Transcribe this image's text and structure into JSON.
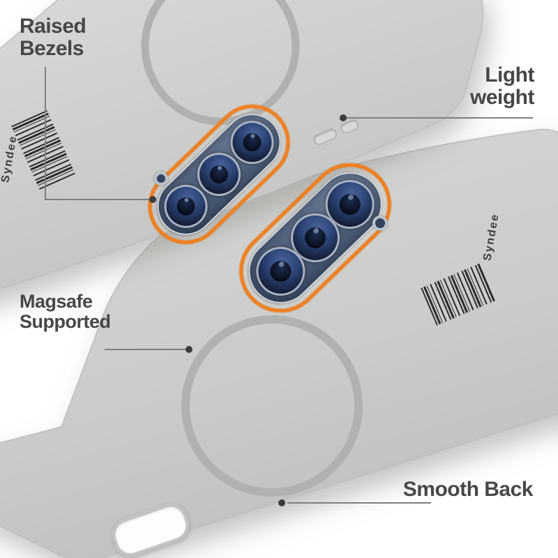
{
  "callouts": {
    "raised_bezels": {
      "line1": "Raised",
      "line2": "Bezels"
    },
    "light_weight": {
      "line1": "Light",
      "line2": "weight"
    },
    "magsafe_supported": {
      "line1": "Magsafe",
      "line2": "Supported"
    },
    "smooth_back": {
      "label": "Smooth Back"
    }
  },
  "brand": {
    "name": "Syndee"
  },
  "colors": {
    "case_gray": "#cdcdcb",
    "accent_orange": "#ee8124",
    "lens_navy": "#16213a",
    "magsafe_ring_gray": "#b1b1af",
    "callout_text": "#474747",
    "background": "#ffffff"
  }
}
